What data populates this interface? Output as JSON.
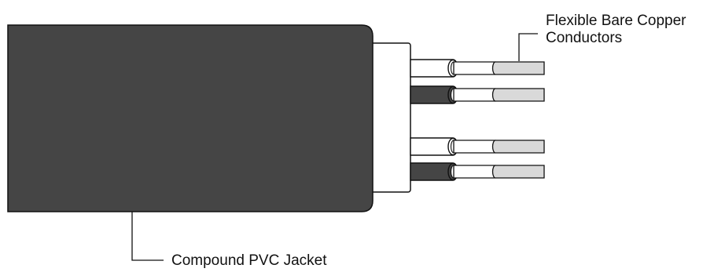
{
  "labels": {
    "conductors_line1": "Flexible Bare Copper",
    "conductors_line2": "Conductors",
    "jacket": "Compound PVC Jacket"
  },
  "colors": {
    "jacket": "#454545",
    "inner_sheath": "#ffffff",
    "insulation_white": "#ffffff",
    "insulation_black": "#454545",
    "copper": "#d9d9d9",
    "stroke": "#111111",
    "text": "#111111"
  },
  "conductors": [
    {
      "insulation": "white"
    },
    {
      "insulation": "black"
    },
    {
      "insulation": "white"
    },
    {
      "insulation": "black"
    }
  ]
}
